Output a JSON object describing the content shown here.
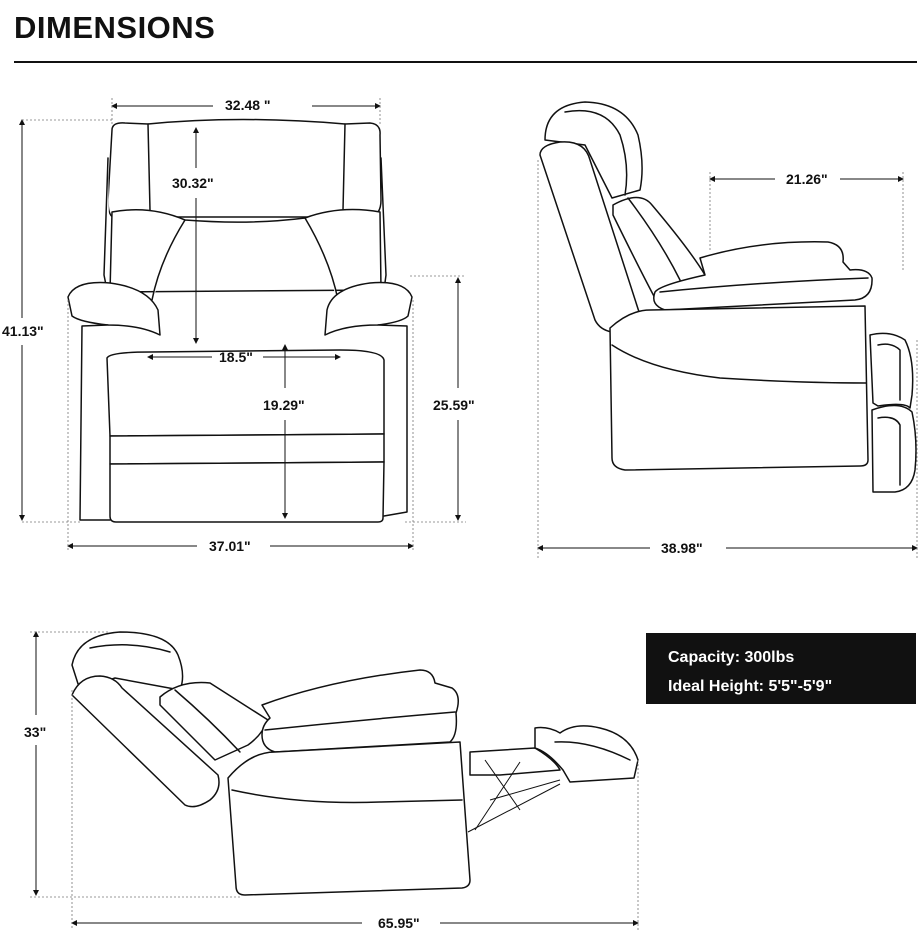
{
  "title": "DIMENSIONS",
  "front_view": {
    "top_width": "32.48 \"",
    "back_height": "30.32\"",
    "seat_width": "18.5\"",
    "seat_depth_front": "19.29\"",
    "total_height": "41.13\"",
    "arm_height": "25.59\"",
    "total_width": "37.01\""
  },
  "side_view": {
    "seat_depth": "21.26\"",
    "total_depth": "38.98\""
  },
  "reclined_view": {
    "height": "33\"",
    "length": "65.95\""
  },
  "specs": {
    "capacity": "Capacity: 300lbs",
    "ideal_height": "Ideal Height: 5'5\"-5'9\""
  }
}
